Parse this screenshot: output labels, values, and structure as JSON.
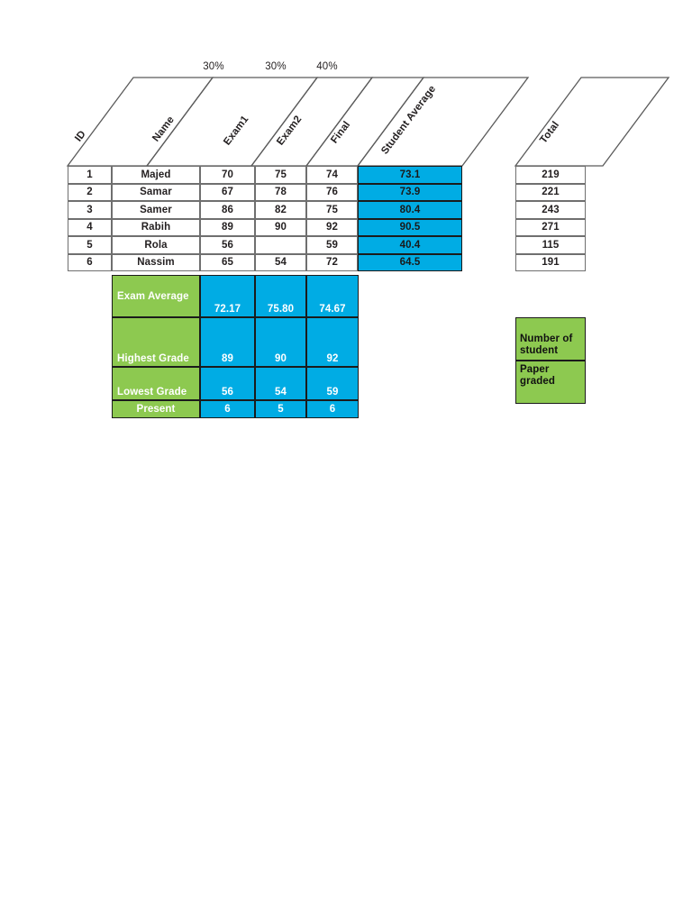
{
  "weights": {
    "label_exam1": "30%",
    "label_exam2": "30%",
    "label_final": "40%"
  },
  "headers": {
    "id": "ID",
    "name": "Name",
    "exam1": "Exam1",
    "exam2": "Exam2",
    "final": "Final",
    "student_average": "Student Average",
    "total": "Total"
  },
  "students": [
    {
      "id": "1",
      "name": "Majed",
      "exam1": "70",
      "exam2": "75",
      "final": "74",
      "average": "73.1",
      "total": "219"
    },
    {
      "id": "2",
      "name": "Samar",
      "exam1": "67",
      "exam2": "78",
      "final": "76",
      "average": "73.9",
      "total": "221"
    },
    {
      "id": "3",
      "name": "Samer",
      "exam1": "86",
      "exam2": "82",
      "final": "75",
      "average": "80.4",
      "total": "243"
    },
    {
      "id": "4",
      "name": "Rabih",
      "exam1": "89",
      "exam2": "90",
      "final": "92",
      "average": "90.5",
      "total": "271"
    },
    {
      "id": "5",
      "name": "Rola",
      "exam1": "56",
      "exam2": "",
      "final": "59",
      "average": "40.4",
      "total": "115"
    },
    {
      "id": "6",
      "name": "Nassim",
      "exam1": "65",
      "exam2": "54",
      "final": "72",
      "average": "64.5",
      "total": "191"
    }
  ],
  "stats": [
    {
      "label": "Exam Average",
      "exam1": "72.17",
      "exam2": "75.80",
      "final": "74.67"
    },
    {
      "label": "Highest Grade",
      "exam1": "89",
      "exam2": "90",
      "final": "92"
    },
    {
      "label": "Lowest Grade",
      "exam1": "56",
      "exam2": "54",
      "final": "59"
    },
    {
      "label": "Present",
      "exam1": "6",
      "exam2": "5",
      "final": "6"
    }
  ],
  "side_box": {
    "number_of_student_line1": "Number of",
    "number_of_student_line2": "student",
    "paper_graded_line1": "Paper",
    "paper_graded_line2": "graded"
  },
  "colors": {
    "blue": "#00ACE4",
    "green": "#8DC950",
    "border": "#1b1b1b",
    "text": "#231f20"
  }
}
